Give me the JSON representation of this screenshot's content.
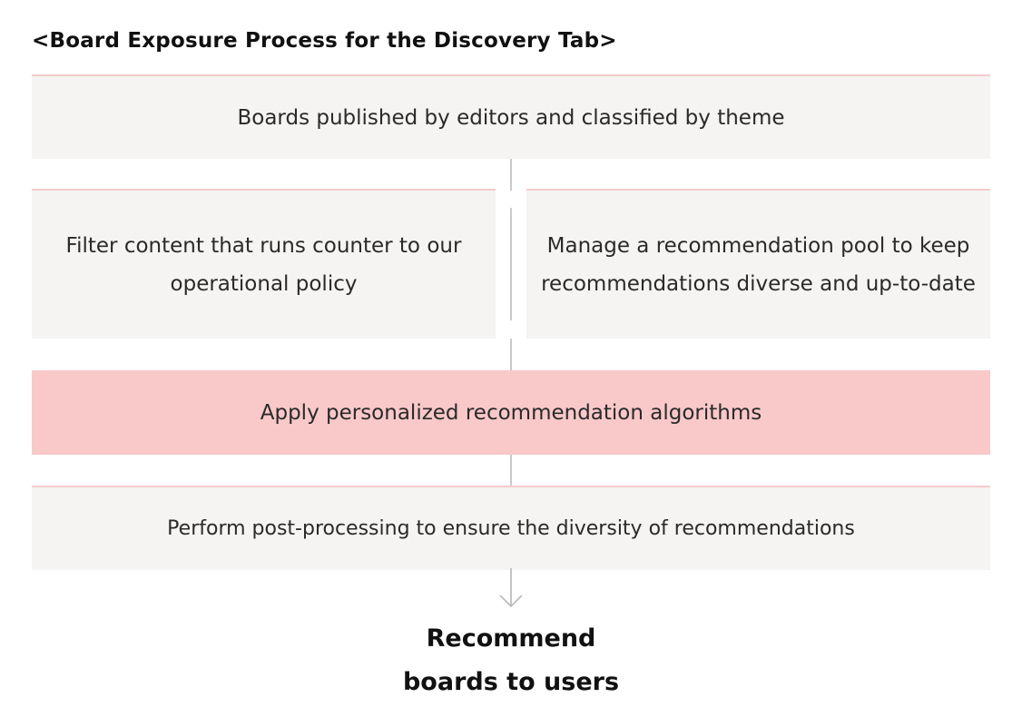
{
  "title": "<Board Exposure Process for the Discovery Tab>",
  "steps": {
    "step1": "Boards published by editors and classified by theme",
    "step2_left": "Filter content that runs counter to our operational policy",
    "step2_right": "Manage a recommendation pool to keep recommendations diverse and up-to-date",
    "step3": "Apply personalized recommendation algorithms",
    "step4": "Perform post-processing to ensure the diversity of recommendations"
  },
  "outcome": {
    "line1": "Recommend",
    "line2": "boards to users"
  },
  "colors": {
    "box_bg": "#f5f4f2",
    "highlight_bg": "#f9c8c9",
    "accent_border": "#f3cccb",
    "connector": "#c9c9c9"
  }
}
